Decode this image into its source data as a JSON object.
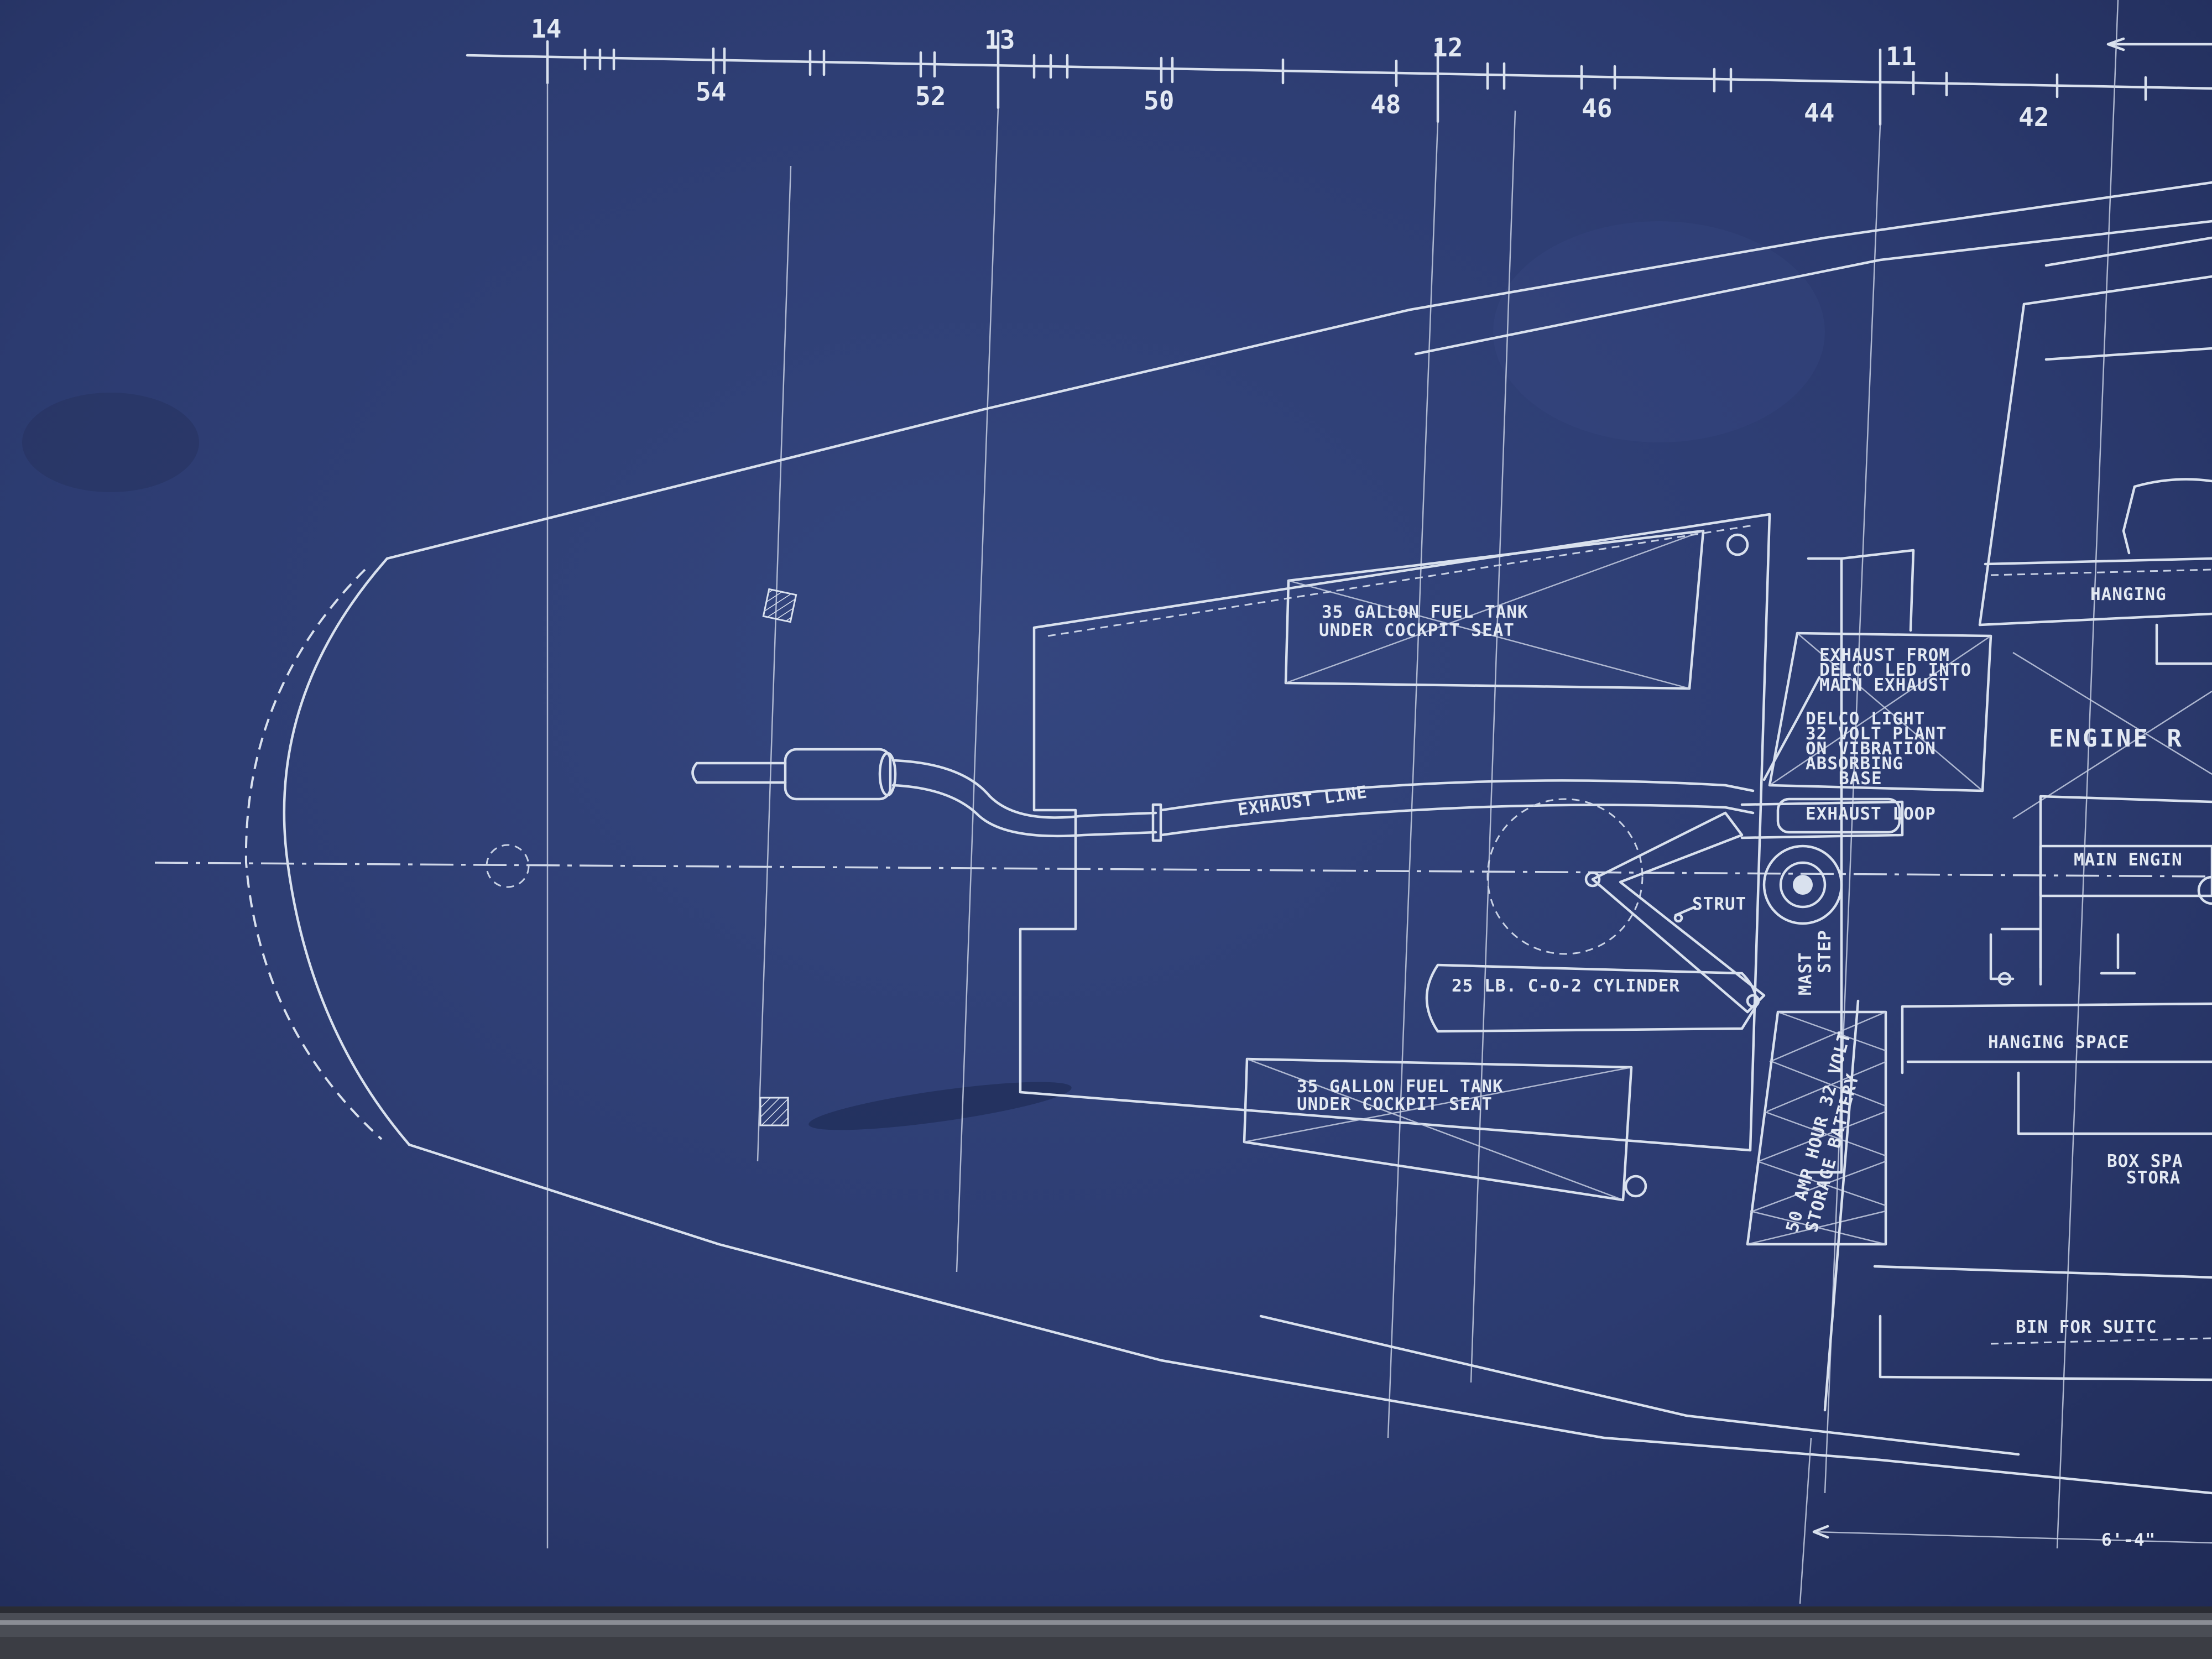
{
  "colors": {
    "paper": "#2b3a6e",
    "line": "#d9e1ee",
    "frame": "#4a4d55"
  },
  "scale": {
    "stations": [
      "14",
      "13",
      "12",
      "11"
    ],
    "feet": [
      "54",
      "52",
      "50",
      "48",
      "46",
      "44",
      "42"
    ]
  },
  "labels": {
    "fuel_tank_upper_1": "35 GALLON FUEL TANK",
    "fuel_tank_upper_2": "UNDER COCKPIT SEAT",
    "fuel_tank_lower_1": "35 GALLON FUEL TANK",
    "fuel_tank_lower_2": "UNDER COCKPIT SEAT",
    "exhaust_line": "EXHAUST LINE",
    "co2_cylinder": "25 LB. C-O-2 CYLINDER",
    "strut": "STRUT",
    "mast_step_1": "MAST",
    "mast_step_2": "STEP",
    "exhaust_note_1": "EXHAUST FROM",
    "exhaust_note_2": "DELCO LED INTO",
    "exhaust_note_3": "MAIN EXHAUST",
    "delco_1": "DELCO LIGHT",
    "delco_2": "32 VOLT PLANT",
    "delco_3": "ON VIBRATION",
    "delco_4": "ABSORBING",
    "delco_5": "BASE",
    "exhaust_loop": "EXHAUST LOOP",
    "battery_1": "50 AMP HOUR 32 VOLT",
    "battery_2": "STORAGE BATTERY",
    "engine_room": "ENGINE R",
    "main_engine": "MAIN ENGIN",
    "hanging_upper": "HANGING",
    "hanging_lower": "HANGING SPACE",
    "box_space_1": "BOX SPA",
    "box_space_2": "STORA",
    "bin": "BIN FOR SUITC",
    "dimension": "6'-4\""
  }
}
